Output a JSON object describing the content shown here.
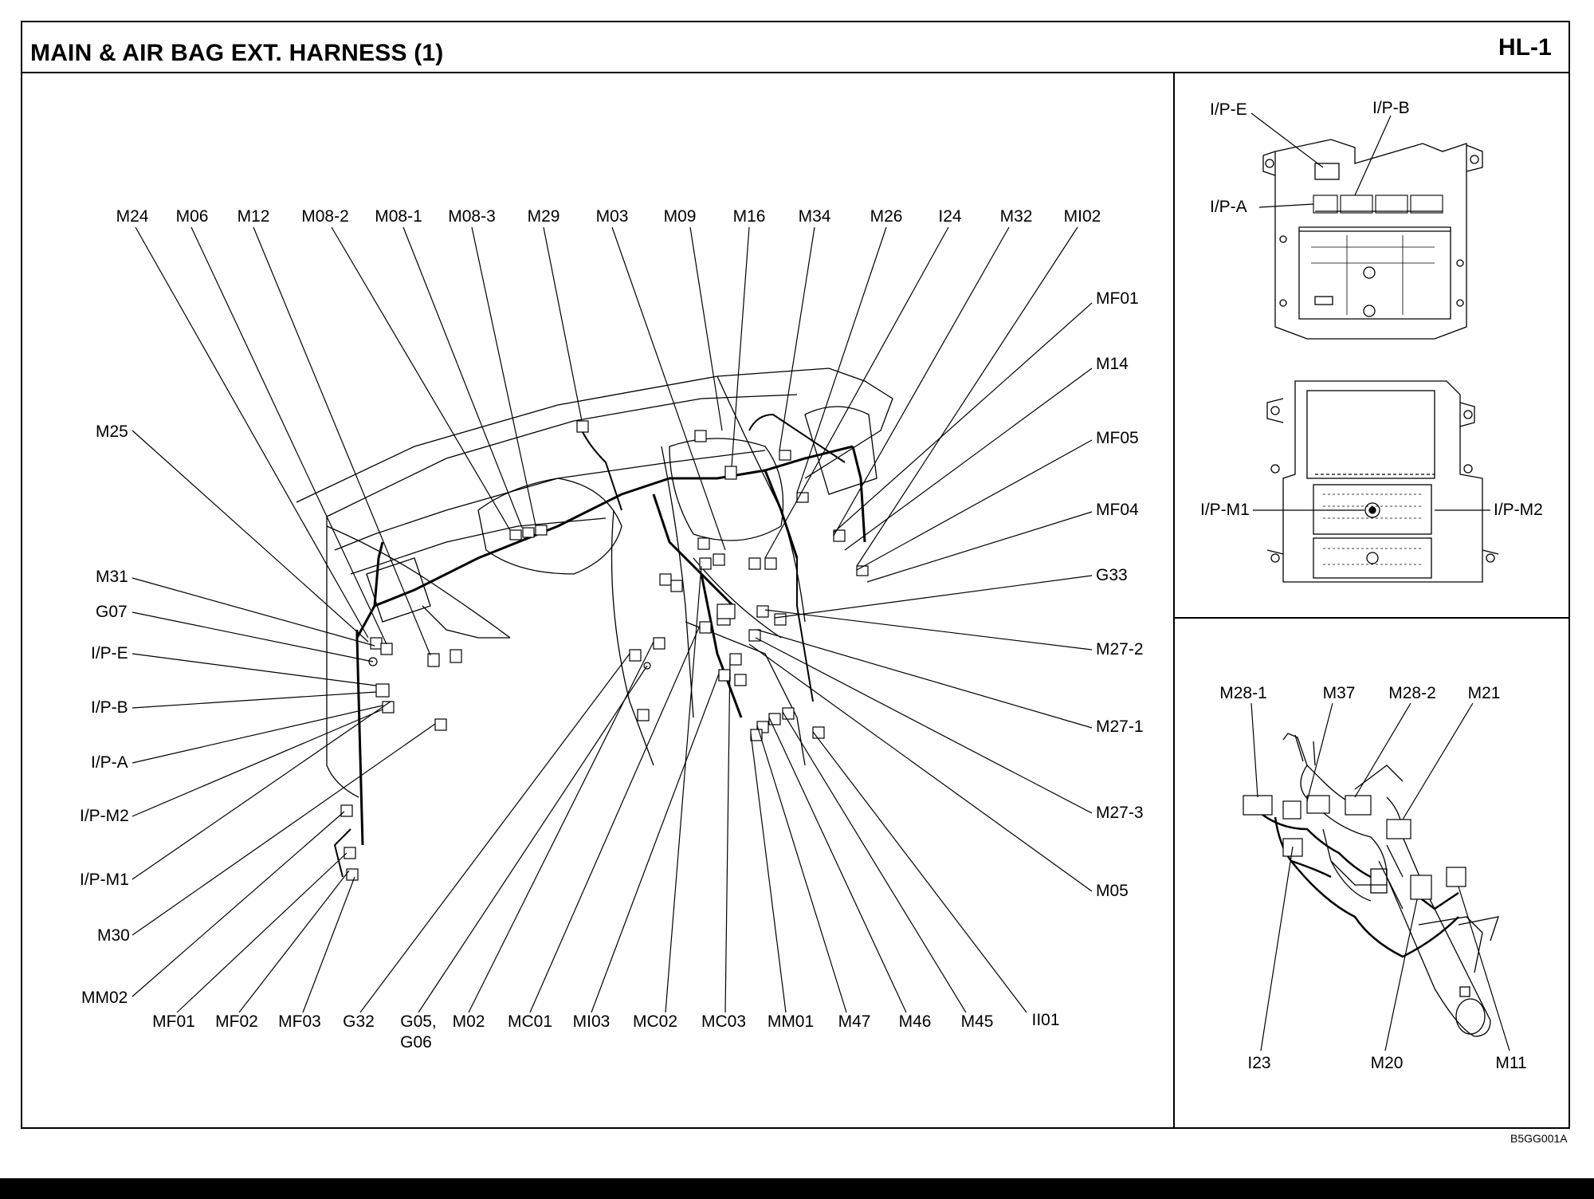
{
  "header": {
    "title": "MAIN & AIR BAG EXT. HARNESS (1)",
    "sheet_no": "HL-1"
  },
  "footer": {
    "ref_code": "B5GG001A"
  },
  "dashboard": {
    "top_labels": [
      "M24",
      "M06",
      "M12",
      "M08-2",
      "M08-1",
      "M08-3",
      "M29",
      "M03",
      "M09",
      "M16",
      "M34",
      "M26",
      "I24",
      "M32",
      "MI02"
    ],
    "left_labels": [
      "M25",
      "M31",
      "G07",
      "I/P-E",
      "I/P-B",
      "I/P-A",
      "I/P-M2",
      "I/P-M1",
      "M30",
      "MM02"
    ],
    "right_labels": [
      "MF01",
      "M14",
      "MF05",
      "MF04",
      "G33",
      "M27-2",
      "M27-1",
      "M27-3",
      "M05"
    ],
    "bottom_labels": [
      "MF01",
      "MF02",
      "MF03",
      "G32",
      "G05,",
      "G06",
      "M02",
      "MC01",
      "MI03",
      "MC02",
      "MC03",
      "MM01",
      "M47",
      "M46",
      "M45",
      "II01"
    ]
  },
  "junction_box": {
    "labels": [
      "I/P-E",
      "I/P-B",
      "I/P-A",
      "I/P-M1",
      "I/P-M2"
    ]
  },
  "steering_column": {
    "labels": [
      "M28-1",
      "M37",
      "M28-2",
      "M21",
      "I23",
      "M20",
      "M11"
    ]
  }
}
